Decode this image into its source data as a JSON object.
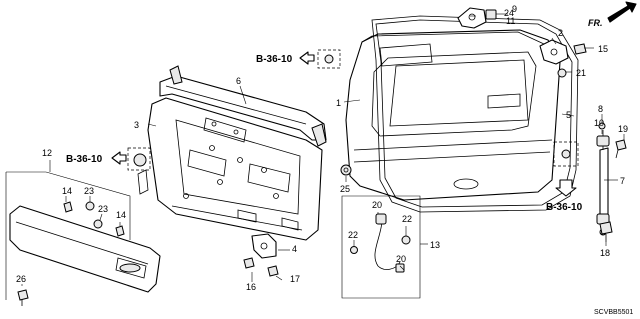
{
  "callouts": {
    "c1": "1",
    "c2": "2",
    "c3": "3",
    "c4": "4",
    "c5": "5",
    "c6": "6",
    "c7": "7",
    "c8": "8",
    "c9": "9",
    "c10": "10",
    "c11": "11",
    "c12": "12",
    "c13": "13",
    "c14a": "14",
    "c14b": "14",
    "c15": "15",
    "c16": "16",
    "c17": "17",
    "c18": "18",
    "c19": "19",
    "c20a": "20",
    "c20b": "20",
    "c21": "21",
    "c22a": "22",
    "c22b": "22",
    "c23a": "23",
    "c23b": "23",
    "c24": "24",
    "c25": "25",
    "c26": "26"
  },
  "references": {
    "ref_top": "B-36-10",
    "ref_left": "B-36-10",
    "ref_right": "B-36-10"
  },
  "direction_label": "FR.",
  "diagram_code": "SCVBB5501"
}
